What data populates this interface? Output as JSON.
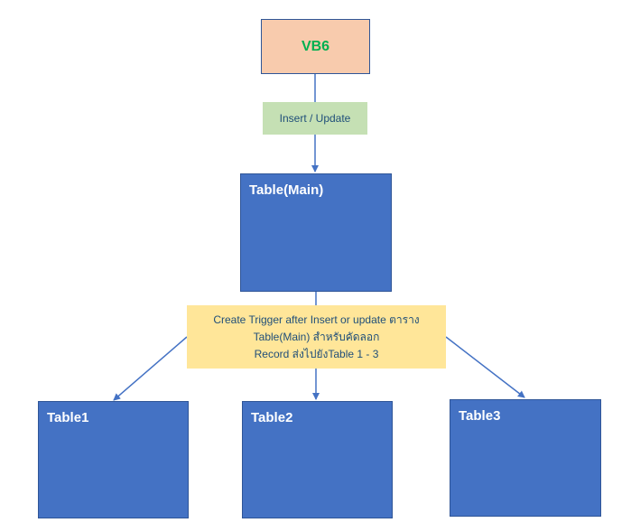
{
  "nodes": {
    "vb6": "VB6",
    "insert_update": "Insert / Update",
    "table_main": "Table(Main)",
    "trigger_lines": [
      "Create Trigger after Insert or update ตาราง",
      "Table(Main) สำหรับคัดลอก",
      "Record ส่งไปยังTable 1 - 3"
    ],
    "table1": "Table1",
    "table2": "Table2",
    "table3": "Table3"
  },
  "colors": {
    "vb6_fill": "#f8cbad",
    "vb6_text": "#00b050",
    "label_green_fill": "#c5e0b4",
    "label_yellow_fill": "#ffe699",
    "table_fill": "#4472c4",
    "connector": "#4472c4",
    "label_text": "#1f4e79"
  },
  "edges": [
    {
      "from": "vb6",
      "to": "table_main",
      "label": "insert_update"
    },
    {
      "from": "table_main",
      "to": "table1",
      "label": "trigger_lines"
    },
    {
      "from": "table_main",
      "to": "table2",
      "label": "trigger_lines"
    },
    {
      "from": "table_main",
      "to": "table3",
      "label": "trigger_lines"
    }
  ]
}
